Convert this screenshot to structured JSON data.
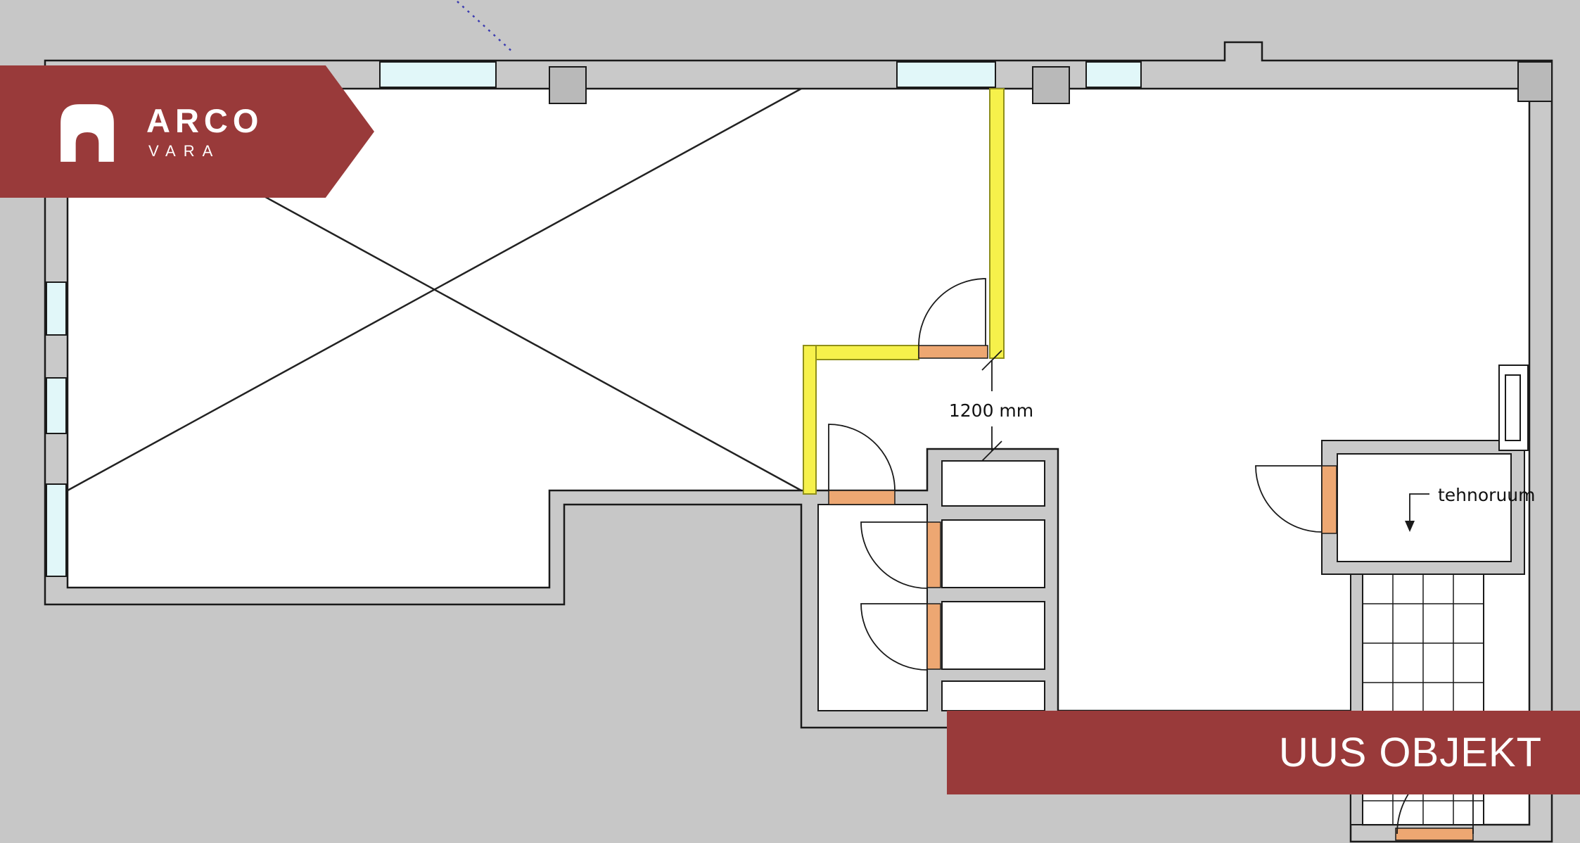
{
  "logo": {
    "name": "ARCO",
    "sub": "VARA",
    "icon": "arco-house-icon"
  },
  "banner": {
    "label": "UUS OBJEKT"
  },
  "annotations": {
    "dimension": "1200 mm",
    "room_label": "tehnoruum"
  },
  "colors": {
    "background": "#c7c7c7",
    "wall_fill": "#c9c9c9",
    "brand_maroon": "#993a3a",
    "highlight_wall_yellow": "#f6f14b",
    "door_sill_orange": "#eda772",
    "window_cyan": "#e1f7f9",
    "line_black": "#1a1a1a",
    "guide_blue": "#3b3bb0"
  }
}
